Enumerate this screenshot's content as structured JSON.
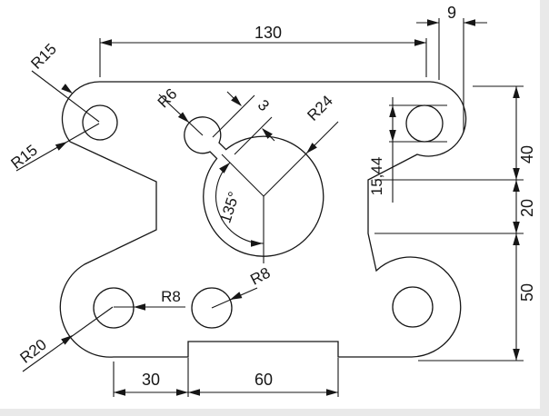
{
  "colors": {
    "line": "#161616",
    "background": "#ffffff",
    "page_edge": "#e9e9e9"
  },
  "labels": {
    "dim_top_width": "130",
    "dim_top_right_offset": "9",
    "dim_right_upper": "40",
    "dim_right_middle": "20",
    "dim_right_lower": "50",
    "dim_hole_diameter": "15,44",
    "dim_bottom_left": "30",
    "dim_bottom_center": "60",
    "dim_slot_width": "3",
    "dim_notch_angle": "135°",
    "radius_top_left_outer": "R15",
    "radius_top_left_lower": "R15",
    "radius_slot_end": "R6",
    "radius_central_circle": "R24",
    "radius_bottom_hole_left": "R8",
    "radius_bottom_hole_center": "R8",
    "radius_bottom_left_corner": "R20"
  }
}
